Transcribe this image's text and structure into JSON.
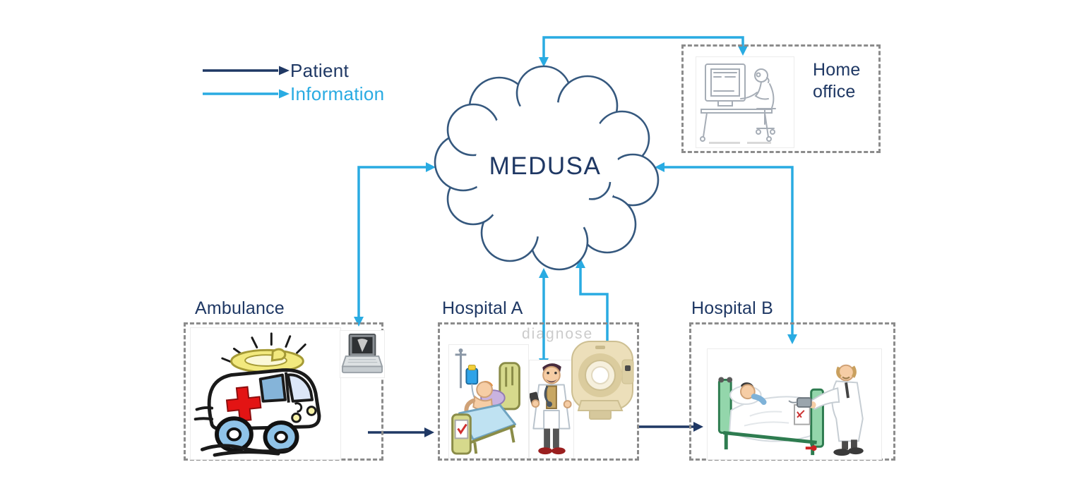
{
  "legend": {
    "items": [
      {
        "id": "patient",
        "label": "Patient",
        "color": "#1f3864"
      },
      {
        "id": "information",
        "label": "Information",
        "color": "#29abe2"
      }
    ]
  },
  "cloud": {
    "label": "MEDUSA"
  },
  "nodes": {
    "home_office": {
      "label": "Home office"
    },
    "ambulance": {
      "label": "Ambulance"
    },
    "hospital_a": {
      "label": "Hospital A",
      "watermark": "diagnose"
    },
    "hospital_b": {
      "label": "Hospital B"
    }
  },
  "connections": [
    {
      "from": "cloud",
      "to": "home_office",
      "type": "information",
      "bidirectional": true
    },
    {
      "from": "cloud",
      "to": "ambulance",
      "type": "information",
      "bidirectional": true
    },
    {
      "from": "cloud",
      "to": "hospital_a",
      "type": "information",
      "bidirectional": true
    },
    {
      "from": "hospital_a_mri",
      "to": "cloud",
      "type": "information",
      "bidirectional": false
    },
    {
      "from": "cloud",
      "to": "hospital_b",
      "type": "information",
      "bidirectional": true
    },
    {
      "from": "ambulance",
      "to": "hospital_a",
      "type": "patient",
      "bidirectional": false
    },
    {
      "from": "hospital_a",
      "to": "hospital_b",
      "type": "patient",
      "bidirectional": false
    }
  ],
  "colors": {
    "patient_flow": "#1f3864",
    "information_flow": "#29abe2",
    "cloud_outline": "#35587e",
    "box_border": "#8c8c8c",
    "label_text": "#1f3864"
  },
  "icons": {
    "home_office_clipart": "person-at-computer-sketch",
    "ambulance_clipart": "cartoon-ambulance",
    "ultrasound_laptop_clipart": "portable-ultrasound-laptop",
    "hospital_a_patient_clipart": "patient-in-bed-with-iv",
    "hospital_a_doctor_clipart": "doctor-with-stethoscope",
    "hospital_a_mri_clipart": "mri-scanner",
    "hospital_b_clipart": "doctor-examining-patient-in-bed"
  }
}
